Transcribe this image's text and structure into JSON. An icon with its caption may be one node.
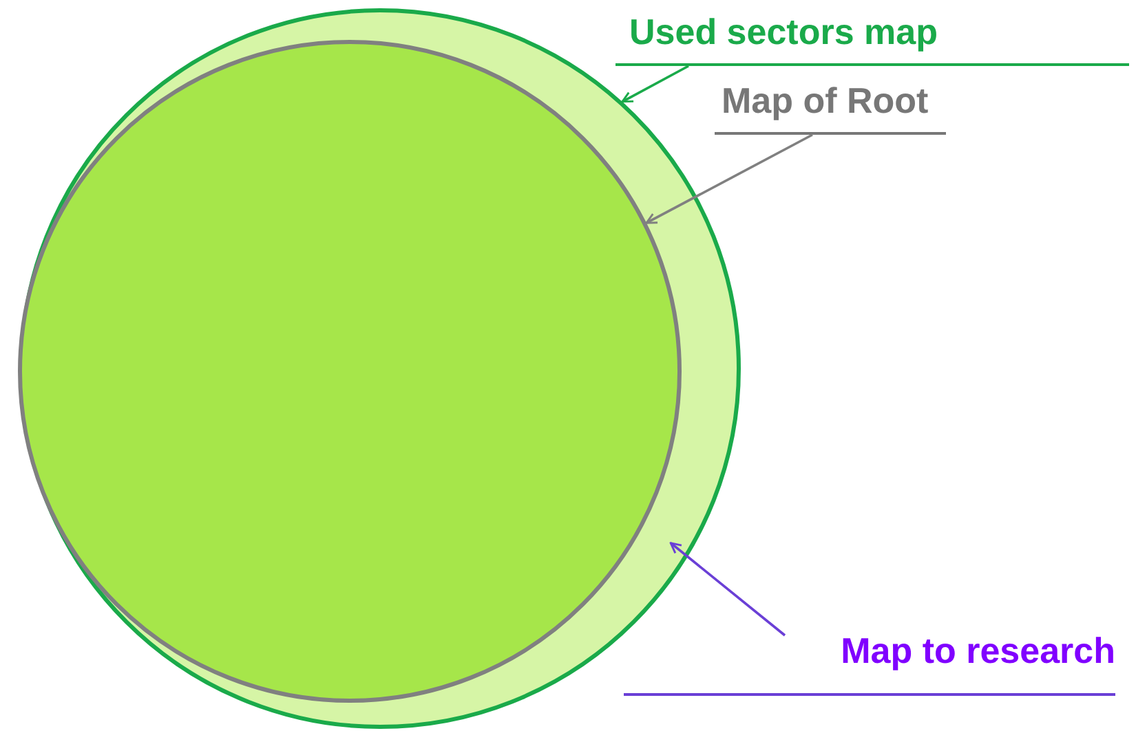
{
  "diagram": {
    "nodes": [
      {
        "text": [],
        "shape": "circle"
      },
      {
        "text": [],
        "shape": "circle",
        "in": 0
      },
      {
        "text": [
          "Used sectors map"
        ]
      },
      {
        "text": [
          "Map of Root"
        ]
      },
      {
        "text": [
          "Map to research"
        ]
      }
    ],
    "edges": [
      {
        "from": 2,
        "to": 0,
        "arrow": "to",
        "color": "#1aaa4a"
      },
      {
        "from": 3,
        "to": 1,
        "arrow": "to",
        "color": "#808080"
      },
      {
        "from": 4,
        "to": 0,
        "arrow": "to",
        "color": "#6a3fd6"
      }
    ]
  }
}
